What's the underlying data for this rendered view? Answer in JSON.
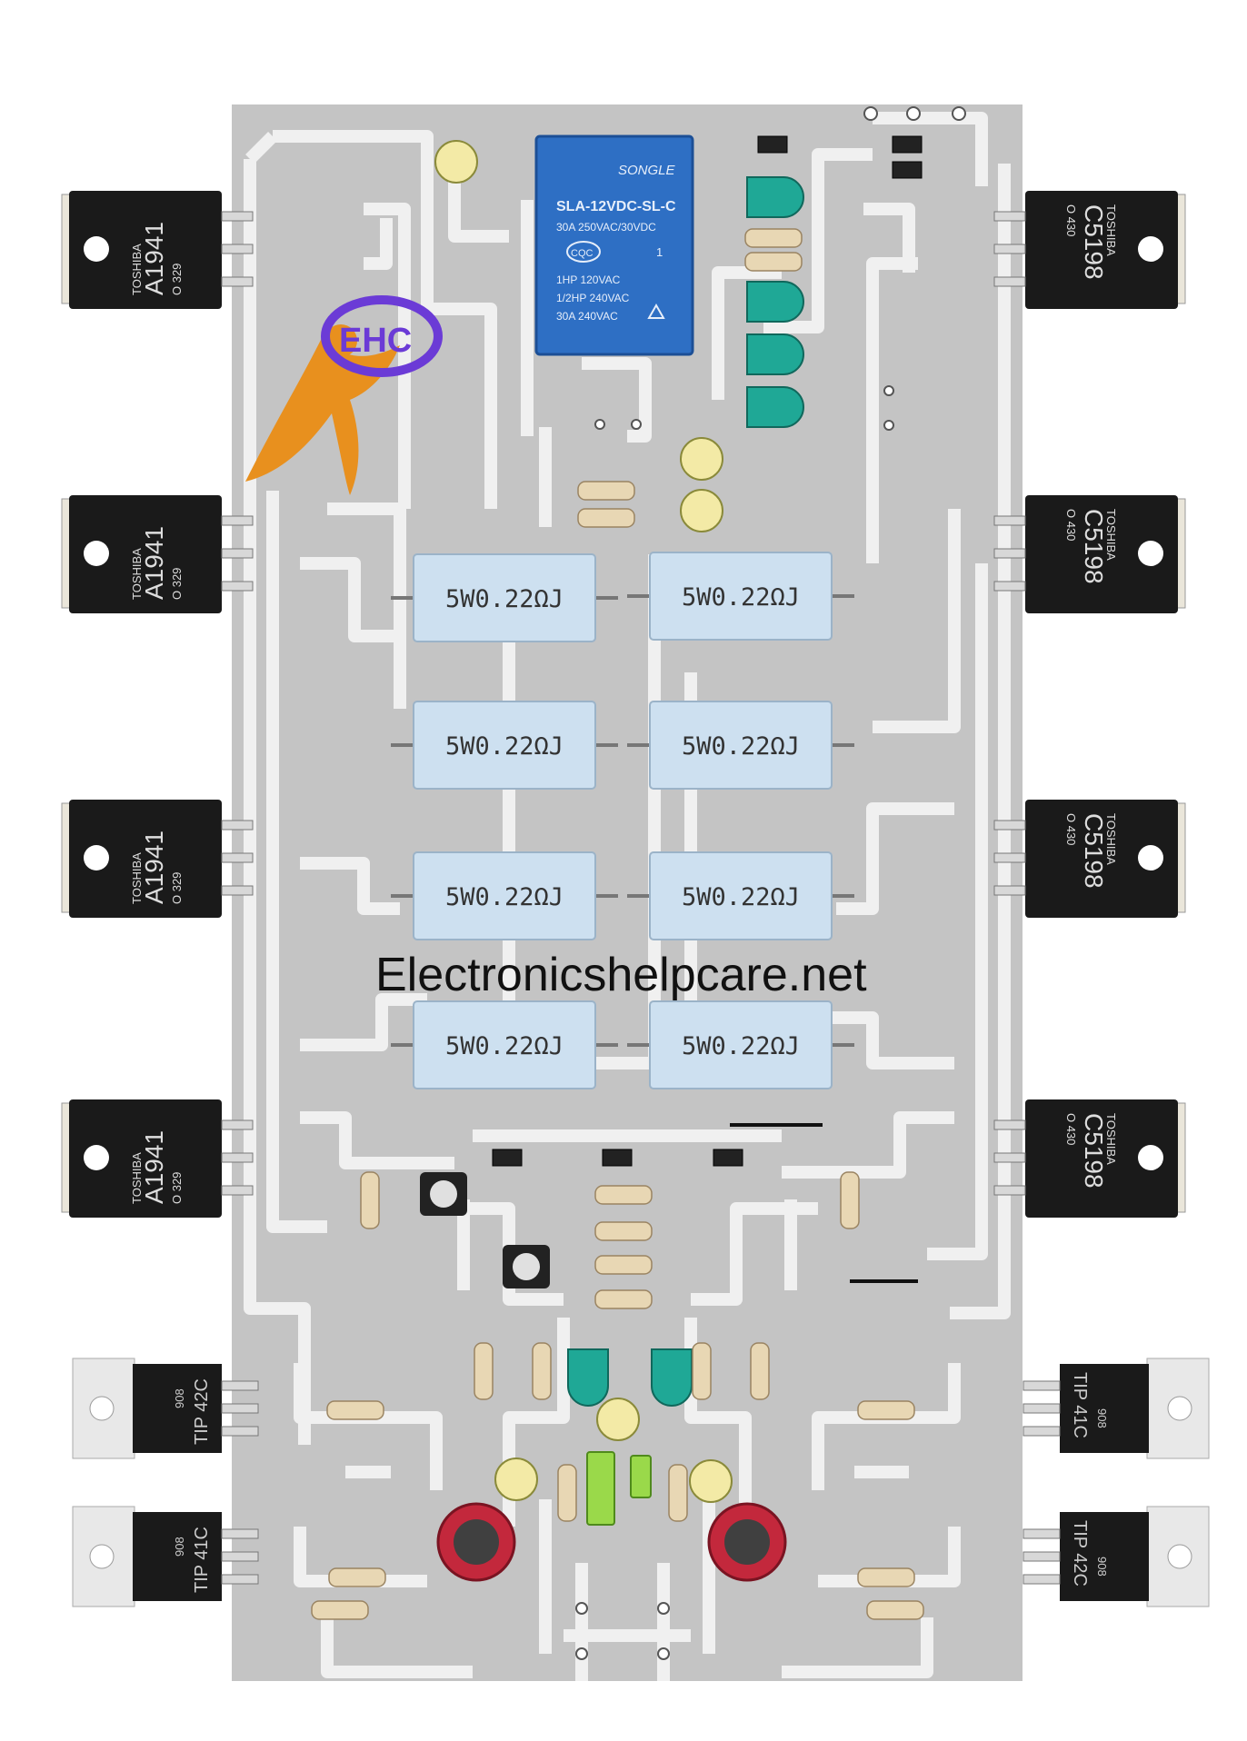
{
  "watermark": "Electronicshelpcare.net",
  "logo": {
    "text": "EHC",
    "icon": "ehc-logo-icon"
  },
  "relay": {
    "brand": "SONGLE",
    "model": "SLA-12VDC-SL-C",
    "rating1": "30A  250VAC/30VDC",
    "cert": "CQC",
    "rating2": "1HP 120VAC",
    "rating3": "1/2HP 240VAC",
    "rating4": "30A  240VAC",
    "pin_mark": "1"
  },
  "transistors_left": [
    {
      "brand": "TOSHIBA",
      "model": "A1941",
      "code": "O  329"
    },
    {
      "brand": "TOSHIBA",
      "model": "A1941",
      "code": "O  329"
    },
    {
      "brand": "TOSHIBA",
      "model": "A1941",
      "code": "O  329"
    },
    {
      "brand": "TOSHIBA",
      "model": "A1941",
      "code": "O  329"
    }
  ],
  "transistors_right": [
    {
      "brand": "TOSHIBA",
      "model": "C5198",
      "code": "O  430"
    },
    {
      "brand": "TOSHIBA",
      "model": "C5198",
      "code": "O  430"
    },
    {
      "brand": "TOSHIBA",
      "model": "C5198",
      "code": "O  430"
    },
    {
      "brand": "TOSHIBA",
      "model": "C5198",
      "code": "O  430"
    }
  ],
  "power_resistors": [
    "5W0.22ΩJ",
    "5W0.22ΩJ",
    "5W0.22ΩJ",
    "5W0.22ΩJ",
    "5W0.22ΩJ",
    "5W0.22ΩJ",
    "5W0.22ΩJ",
    "5W0.22ΩJ"
  ],
  "drivers": [
    {
      "model": "TIP 42C",
      "code": "908"
    },
    {
      "model": "TIP 41C",
      "code": "908"
    },
    {
      "model": "TIP 41C",
      "code": "908"
    },
    {
      "model": "TIP 42C",
      "code": "908"
    }
  ],
  "colors": {
    "board": "#c8c8c8",
    "trace": "#f2f2f2",
    "relay": "#2e6fc4",
    "transistor": "#1a1a1a",
    "resistor_body": "#c9dff0",
    "zener": "#1fa896"
  }
}
